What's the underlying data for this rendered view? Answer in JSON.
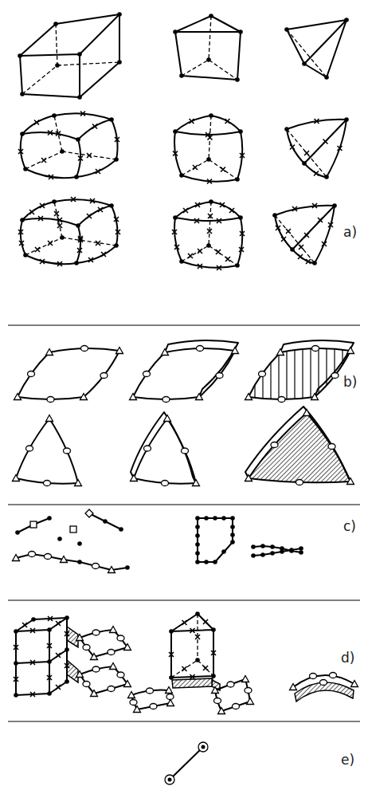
{
  "diagram": {
    "labels": [
      "a)",
      "b)",
      "c)",
      "d)",
      "e)"
    ]
  }
}
